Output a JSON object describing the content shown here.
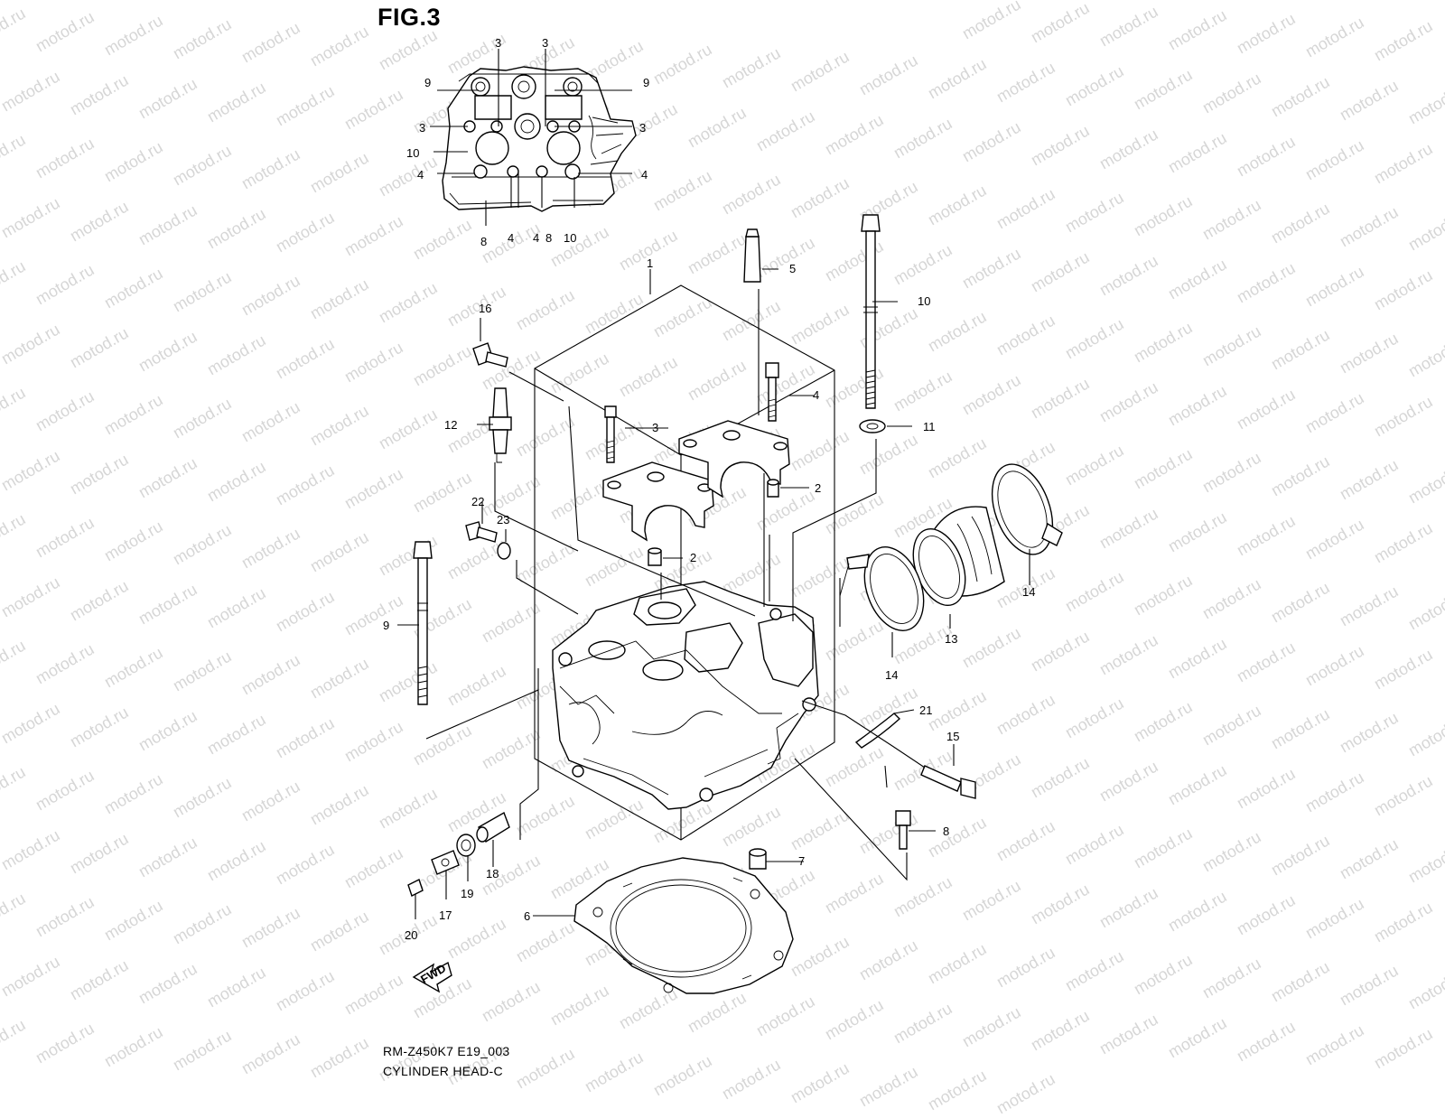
{
  "figure": {
    "title": "FIG.3",
    "model_code": "RM-Z450K7 E19_003",
    "section_name": "CYLINDER HEAD-C",
    "watermark": "motod.ru",
    "fwd_label": "FWD"
  },
  "callouts": {
    "top_view": [
      "3",
      "3",
      "9",
      "9",
      "3",
      "3",
      "10",
      "4",
      "4",
      "8",
      "4",
      "4",
      "8",
      "10"
    ],
    "main": [
      "1",
      "2",
      "2",
      "3",
      "4",
      "5",
      "6",
      "7",
      "8",
      "9",
      "10",
      "11",
      "12",
      "13",
      "14",
      "14",
      "15",
      "16",
      "17",
      "18",
      "19",
      "20",
      "21",
      "22",
      "23"
    ]
  },
  "colors": {
    "line": "#000000",
    "background": "#ffffff",
    "watermark": "#d6d6d6"
  }
}
